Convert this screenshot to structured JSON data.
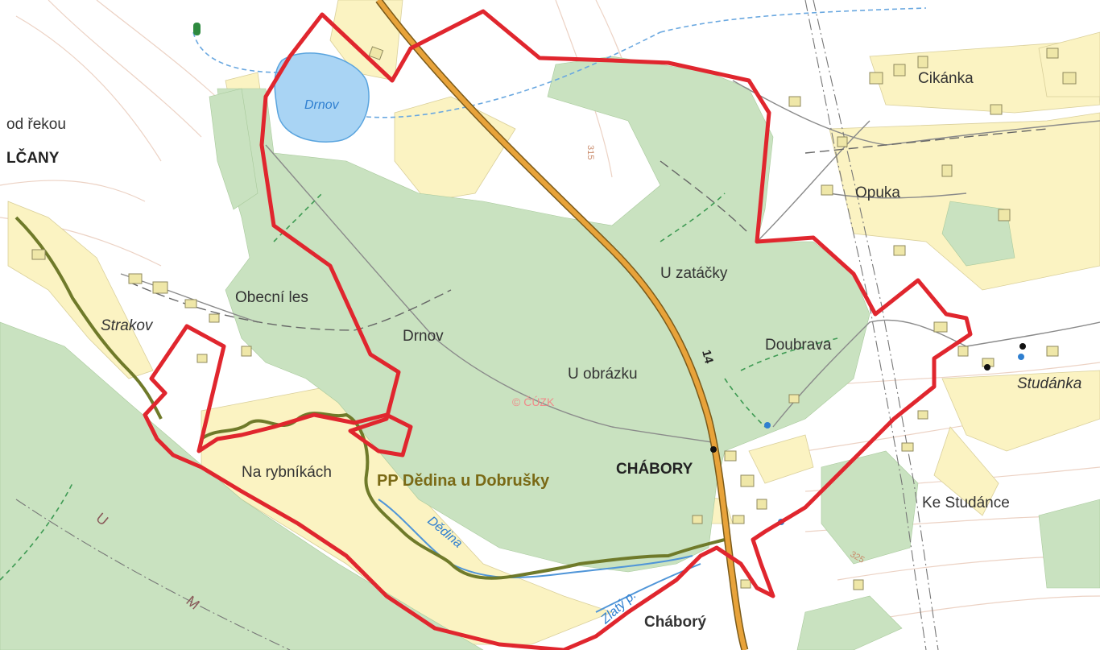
{
  "map": {
    "labels": {
      "od_rekou": "od řekou",
      "lcany": "LČANY",
      "drnov_lake": "Drnov",
      "cikanka": "Cikánka",
      "opuka": "Opuka",
      "u_zatacky": "U zatáčky",
      "obecni_les": "Obecní les",
      "drnov_forest": "Drnov",
      "strakov": "Strakov",
      "doubrava": "Doubrava",
      "u_obrazku": "U obrázku",
      "studanka": "Studánka",
      "cuzk": "© ČÚZK",
      "chabory_upper": "CHÁBORY",
      "na_rybnikach": "Na rybníkách",
      "reserve_name": "PP Dědina u Dobrušky",
      "ke_studance": "Ke Studánce",
      "dedina_river": "Dědina",
      "zlaty_potok": "Zlatý p.",
      "chabory_lower": "Cháborý",
      "route_number": "14",
      "contour_315": "315",
      "contour_325": "325",
      "letter_u": "U",
      "letter_m": "M"
    },
    "colors": {
      "forest": "#c9e2c0",
      "forest_dark": "#b6d6aa",
      "field": "#fbf3c2",
      "water": "#a9d4f4",
      "road_main": "#e8a33a",
      "boundary": "#e0262e",
      "reserve_border": "#6f7a2a",
      "contour": "#e7c5b2"
    }
  }
}
